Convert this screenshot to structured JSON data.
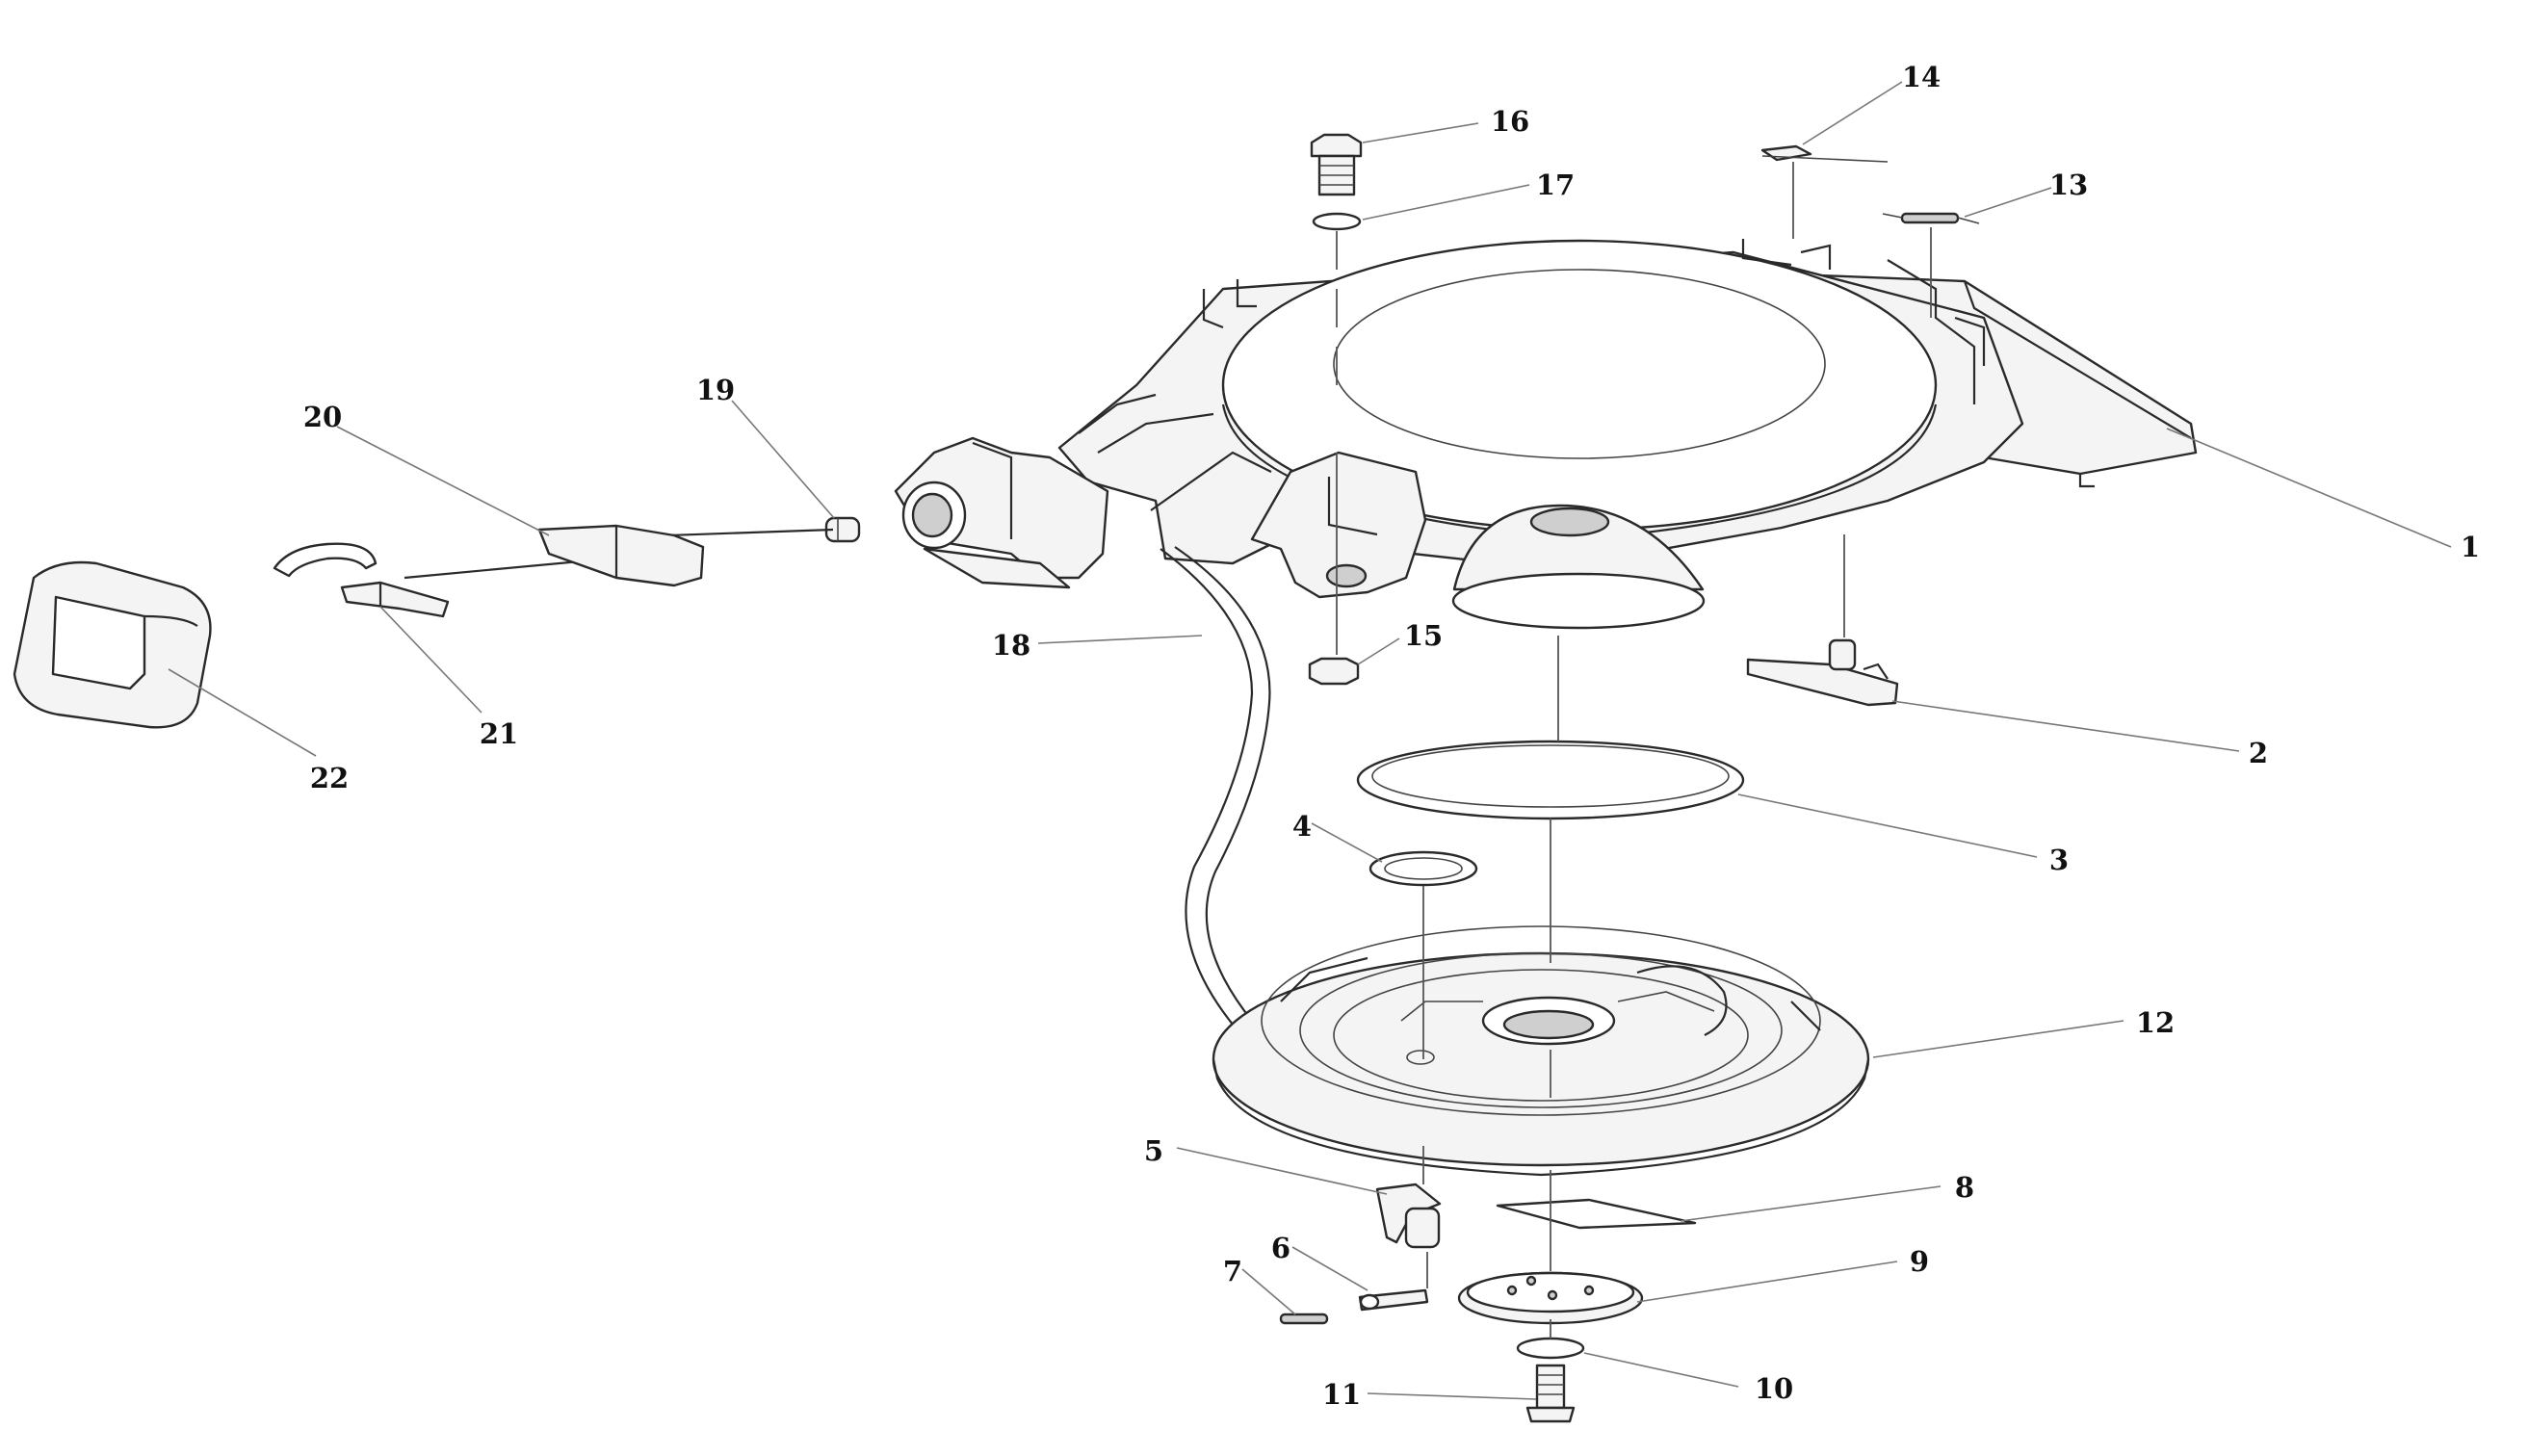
{
  "diagram": {
    "type": "exploded-parts-view",
    "callouts": [
      {
        "id": "c1",
        "text": "1"
      },
      {
        "id": "c2",
        "text": "2"
      },
      {
        "id": "c3",
        "text": "3"
      },
      {
        "id": "c4",
        "text": "4"
      },
      {
        "id": "c5",
        "text": "5"
      },
      {
        "id": "c6",
        "text": "6"
      },
      {
        "id": "c7",
        "text": "7"
      },
      {
        "id": "c8",
        "text": "8"
      },
      {
        "id": "c9",
        "text": "9"
      },
      {
        "id": "c10",
        "text": "10"
      },
      {
        "id": "c11",
        "text": "11"
      },
      {
        "id": "c12",
        "text": "12"
      },
      {
        "id": "c13",
        "text": "13"
      },
      {
        "id": "c14",
        "text": "14"
      },
      {
        "id": "c15",
        "text": "15"
      },
      {
        "id": "c16",
        "text": "16"
      },
      {
        "id": "c17",
        "text": "17"
      },
      {
        "id": "c18",
        "text": "18"
      },
      {
        "id": "c19",
        "text": "19"
      },
      {
        "id": "c20",
        "text": "20"
      },
      {
        "id": "c21",
        "text": "21"
      },
      {
        "id": "c22",
        "text": "22"
      }
    ]
  },
  "colors": {
    "line": "#2a2a2a",
    "leader": "#777777",
    "fill": "#f4f4f4",
    "background": "#ffffff"
  }
}
